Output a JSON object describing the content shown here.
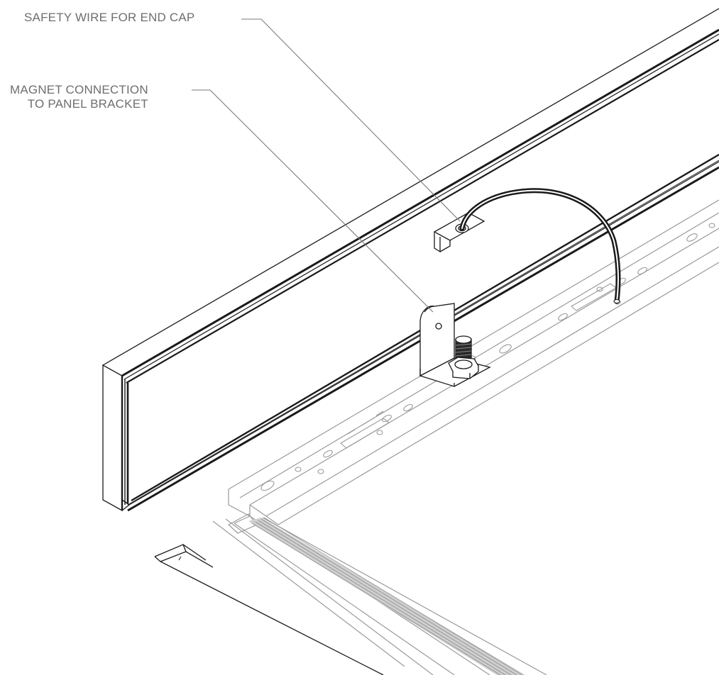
{
  "callouts": {
    "safety_wire": "SAFETY WIRE FOR END CAP",
    "magnet_connection_line1": "MAGNET CONNECTION",
    "magnet_connection_line2": "TO PANEL BRACKET"
  },
  "colors": {
    "ink": "#1a1a1a",
    "light_ink": "#7a7a7a",
    "leader": "#7a7a7a",
    "paper": "#ffffff"
  }
}
